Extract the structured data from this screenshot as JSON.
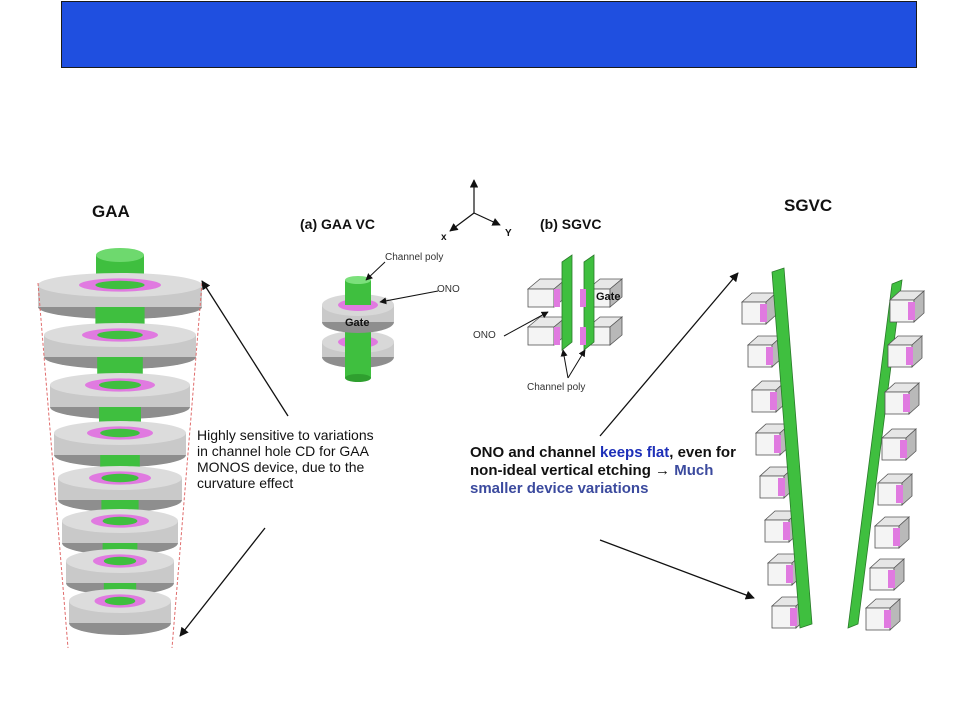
{
  "title_bar": {
    "color": "#1f4fe0"
  },
  "labels": {
    "gaa_title": "GAA",
    "sgvc_title": "SGVC",
    "gaa_vc": "(a) GAA VC",
    "sgvc_sub": "(b) SGVC",
    "axis_x": "x",
    "axis_y": "Y",
    "channel_poly_top": "Channel poly",
    "ono_top": "ONO",
    "gate_a": "Gate",
    "gate_b": "Gate",
    "ono_b": "ONO",
    "channel_poly_b": "Channel poly"
  },
  "notes": {
    "gaa_note": "Highly sensitive to variations in channel hole CD for GAA MONOS device, due to the curvature effect",
    "sgvc_note": {
      "p1": "ONO and channel ",
      "p2": "keeps flat",
      "p3": ", even for non-ideal vertical etching ",
      "arrow": "→",
      "p4": " Much smaller device variations"
    }
  },
  "colors": {
    "green": "#3fbf3f",
    "magenta": "#e07ae0",
    "gray": "#c9c9c9",
    "dark_gray": "#8e8e8e"
  }
}
